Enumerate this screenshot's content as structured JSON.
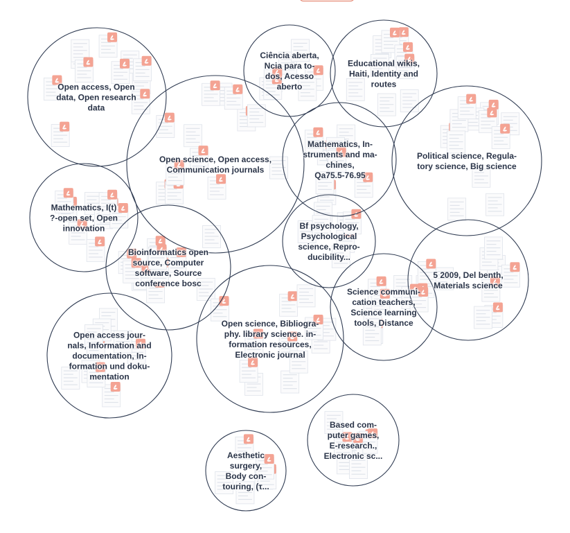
{
  "clusters": [
    {
      "id": "open-access-data",
      "label": "Open access, Open\ndata, Open research\ndata"
    },
    {
      "id": "ciencia-aberta",
      "label": "Ciência aberta,\nNcia para to-\ndos, Acesso\naberto"
    },
    {
      "id": "educational-wikis",
      "label": "Educational wikis,\nHaiti, Identity and\nroutes"
    },
    {
      "id": "open-science-journals",
      "label": "Open science, Open access,\nCommunication journals"
    },
    {
      "id": "mathematics-instruments",
      "label": "Mathematics, In-\nstruments and ma-\nchines,\nQa75.5-76.95"
    },
    {
      "id": "political-science",
      "label": "Political science, Regula-\ntory science, Big science"
    },
    {
      "id": "mathematics-open-set",
      "label": "Mathematics, I(t)\n?-open set, Open\ninnovation"
    },
    {
      "id": "bf-psychology",
      "label": "Bf psychology,\nPsychological\nscience, Repro-\nducibility..."
    },
    {
      "id": "bioinformatics",
      "label": "Bioinformatics open\nsource, Computer\nsoftware, Source\nconference bosc"
    },
    {
      "id": "materials-science",
      "label": "5 2009, Del benth,\nMaterials science"
    },
    {
      "id": "science-communication",
      "label": "Science communi-\ncation teachers,\nScience learning\ntools, Distance"
    },
    {
      "id": "open-access-journals",
      "label": "Open access jour-\nnals, Information and\ndocumentation, In-\nformation und doku-\nmentation"
    },
    {
      "id": "bibliography-library",
      "label": "Open science, Bibliogra-\nphy. library science. in-\nformation resources,\nElectronic journal"
    },
    {
      "id": "computer-games",
      "label": "Based com-\nputer games,\nE-research.,\nElectronic sc..."
    },
    {
      "id": "aesthetic-surgery",
      "label": "Aesthetic\nsurgery,\nBody con-\ntouring, (τ..."
    }
  ],
  "colors": {
    "bubble_stroke": "#2f3b52",
    "label_text": "#2a3448",
    "pdf_icon": "#f4a393",
    "document_outline": "#dfe3ea",
    "top_tab_accent": "#e0735a"
  },
  "icons": {
    "document_thumbnail": "pdf-document-icon"
  }
}
